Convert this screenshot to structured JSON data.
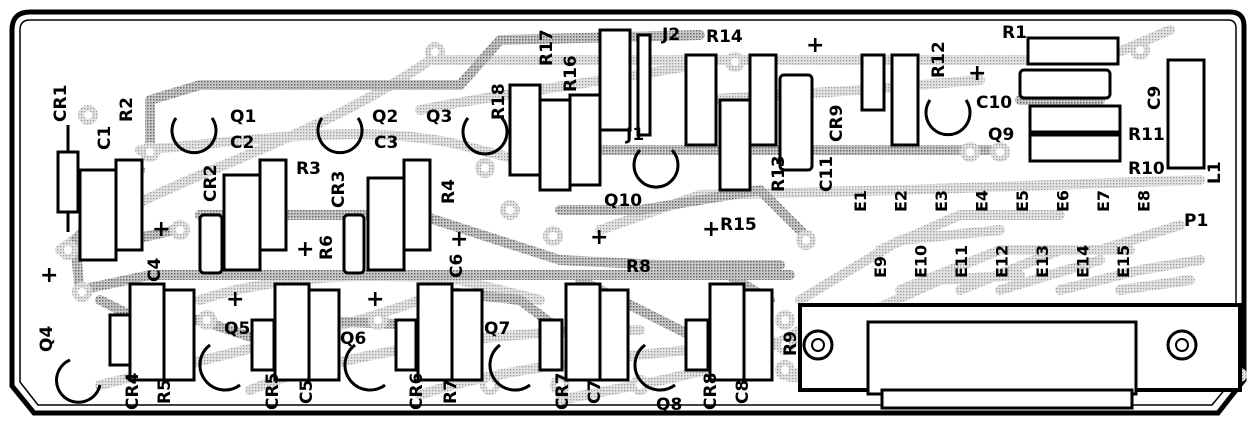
{
  "board": {
    "colors": {
      "ink": "#000000",
      "paper": "#ffffff",
      "trace_shade": "#b5b5b5"
    },
    "connector": {
      "name": "P1",
      "pins_top": [
        "E1",
        "E2",
        "E3",
        "E4",
        "E5",
        "E6",
        "E7",
        "E8"
      ],
      "pins_bottom": [
        "E9",
        "E10",
        "E11",
        "E12",
        "E13",
        "E14",
        "E15"
      ]
    },
    "polarity_mark": "+"
  },
  "labels": {
    "CR1": "CR1",
    "R2": "R2",
    "C1": "C1",
    "Q1": "Q1",
    "C2": "C2",
    "CR2": "CR2",
    "R3": "R3",
    "Q2": "Q2",
    "C3": "C3",
    "CR3": "CR3",
    "R4": "R4",
    "Q3": "Q3",
    "R18": "R18",
    "R17": "R17",
    "R16": "R16",
    "J1": "J1",
    "J2": "J2",
    "R14": "R14",
    "R13": "R13",
    "C11": "C11",
    "CR9": "CR9",
    "R12": "R12",
    "R1": "R1",
    "C10": "C10",
    "C9": "C9",
    "Q9": "Q9",
    "R11": "R11",
    "R10": "R10",
    "L1": "L1",
    "Q10": "Q10",
    "R15": "R15",
    "R6": "R6",
    "C6": "C6",
    "R8": "R8",
    "C4": "C4",
    "Q4": "Q4",
    "CR4": "CR4",
    "R5": "R5",
    "Q5": "Q5",
    "CR5": "CR5",
    "C5": "C5",
    "Q6": "Q6",
    "CR6": "CR6",
    "R7": "R7",
    "Q7": "Q7",
    "CR7": "CR7",
    "C7": "C7",
    "Q8": "Q8",
    "CR8": "CR8",
    "C8": "C8",
    "R9": "R9"
  }
}
